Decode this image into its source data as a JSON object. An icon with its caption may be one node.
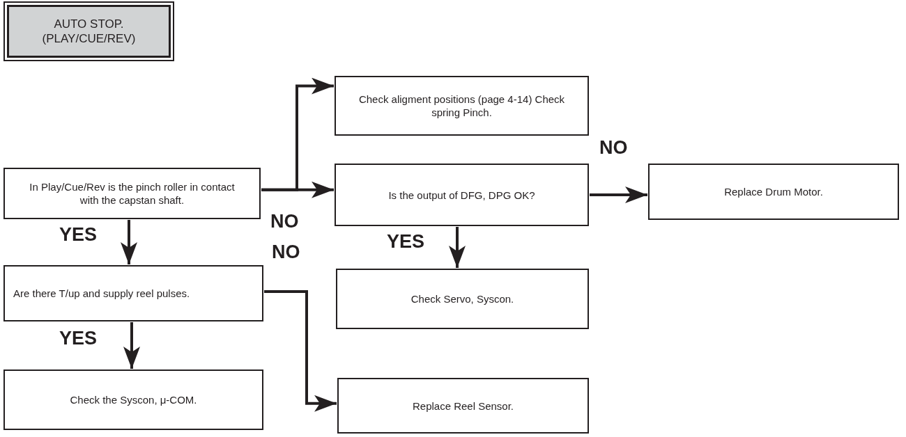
{
  "diagram": {
    "nodes": [
      {
        "text": [
          "AUTO STOP. (PLAY/CUE/REV)"
        ]
      },
      {
        "text": [
          "Check aligment positions (page 4-14) Check spring Pinch."
        ]
      },
      {
        "text": [
          "In Play/Cue/Rev is the pinch roller in contact with the capstan shaft."
        ]
      },
      {
        "text": [
          "Is the output of DFG, DPG OK?"
        ]
      },
      {
        "text": [
          "Replace Drum Motor."
        ]
      },
      {
        "text": [
          "Are there T/up and supply reel pulses."
        ]
      },
      {
        "text": [
          "Check Servo, Syscon."
        ]
      },
      {
        "text": [
          "Check the Syscon, μ-COM."
        ]
      },
      {
        "text": [
          "Replace Reel Sensor."
        ]
      }
    ],
    "edges": [
      {
        "from": 2,
        "to": 1,
        "arrow": "to"
      },
      {
        "from": 2,
        "to": 3,
        "label": "NO",
        "arrow": "to"
      },
      {
        "from": 3,
        "to": 4,
        "label": "NO",
        "arrow": "to"
      },
      {
        "from": 2,
        "to": 5,
        "label": "YES",
        "arrow": "to"
      },
      {
        "from": 3,
        "to": 6,
        "label": "YES",
        "arrow": "to"
      },
      {
        "from": 5,
        "to": 8,
        "label": "NO",
        "arrow": "to"
      },
      {
        "from": 5,
        "to": 7,
        "label": "YES",
        "arrow": "to"
      }
    ]
  }
}
